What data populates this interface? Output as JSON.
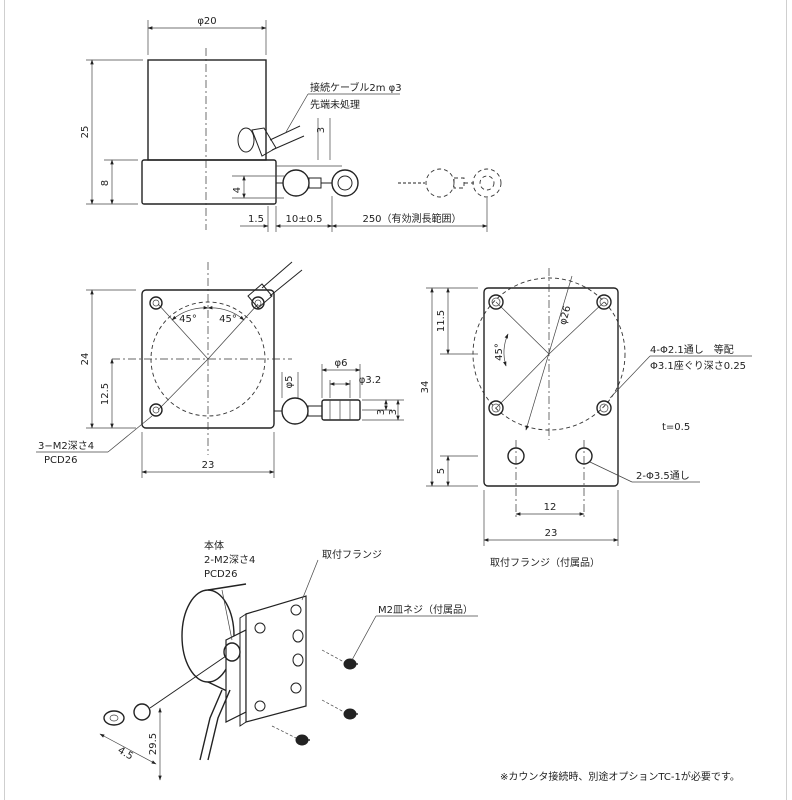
{
  "top_view": {
    "dim_width": "φ20",
    "dim_height_total": "25",
    "dim_height_base": "8",
    "cable_note_line1": "接続ケーブル2m φ3",
    "cable_note_line2": "先端未処理",
    "dim_3": "3",
    "dim_4": "4",
    "dim_1_5": "1.5",
    "dim_10": "10±0.5",
    "dim_250": "250（有効測長範囲）"
  },
  "front_view": {
    "angle_left": "45°",
    "angle_right": "45°",
    "dim_24": "24",
    "dim_12_5": "12.5",
    "dim_23": "23",
    "dim_phi5": "φ5",
    "dim_phi6": "φ6",
    "dim_phi3_2": "φ3.2",
    "dim_3a": "3",
    "dim_3b": "3",
    "note_m2_line1": "3−M2深さ4",
    "note_m2_line2": "PCD26"
  },
  "flange_view": {
    "dim_11_5": "11.5",
    "dim_34": "34",
    "dim_5": "5",
    "dim_phi26": "φ26",
    "angle": "45°",
    "note_holes_line1": "4-Φ2.1通し　等配",
    "note_holes_line2": "Φ3.1座ぐり深さ0.25",
    "thickness": "t=0.5",
    "note_2hole": "2-Φ3.5通し",
    "dim_12": "12",
    "dim_23": "23",
    "caption": "取付フランジ（付属品）"
  },
  "iso_view": {
    "label_body_line1": "本体",
    "label_body_line2": "2-M2深さ4",
    "label_body_line3": "PCD26",
    "label_flange": "取付フランジ",
    "label_screw": "M2皿ネジ（付属品）",
    "dim_29_5": "29.5",
    "dim_4_5": "4.5"
  },
  "footnote": "※カウンタ接続時、別途オプションTC-1が必要です。"
}
